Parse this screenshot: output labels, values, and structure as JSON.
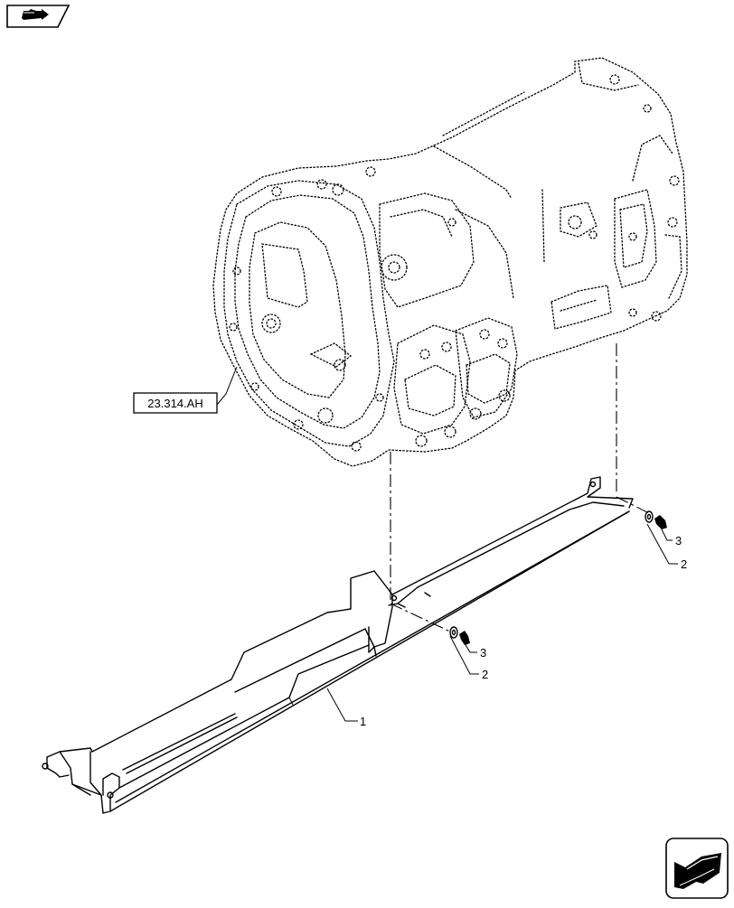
{
  "reference_label": "23.314.AH",
  "callouts": [
    {
      "id": "callout-1",
      "text": "1"
    },
    {
      "id": "callout-2-lower",
      "text": "2"
    },
    {
      "id": "callout-3-lower",
      "text": "3"
    },
    {
      "id": "callout-2-upper",
      "text": "2"
    },
    {
      "id": "callout-3-upper",
      "text": "3"
    }
  ],
  "icons": {
    "top_left": "previous-page-arrow-icon",
    "bottom_right": "next-page-arrow-icon"
  }
}
